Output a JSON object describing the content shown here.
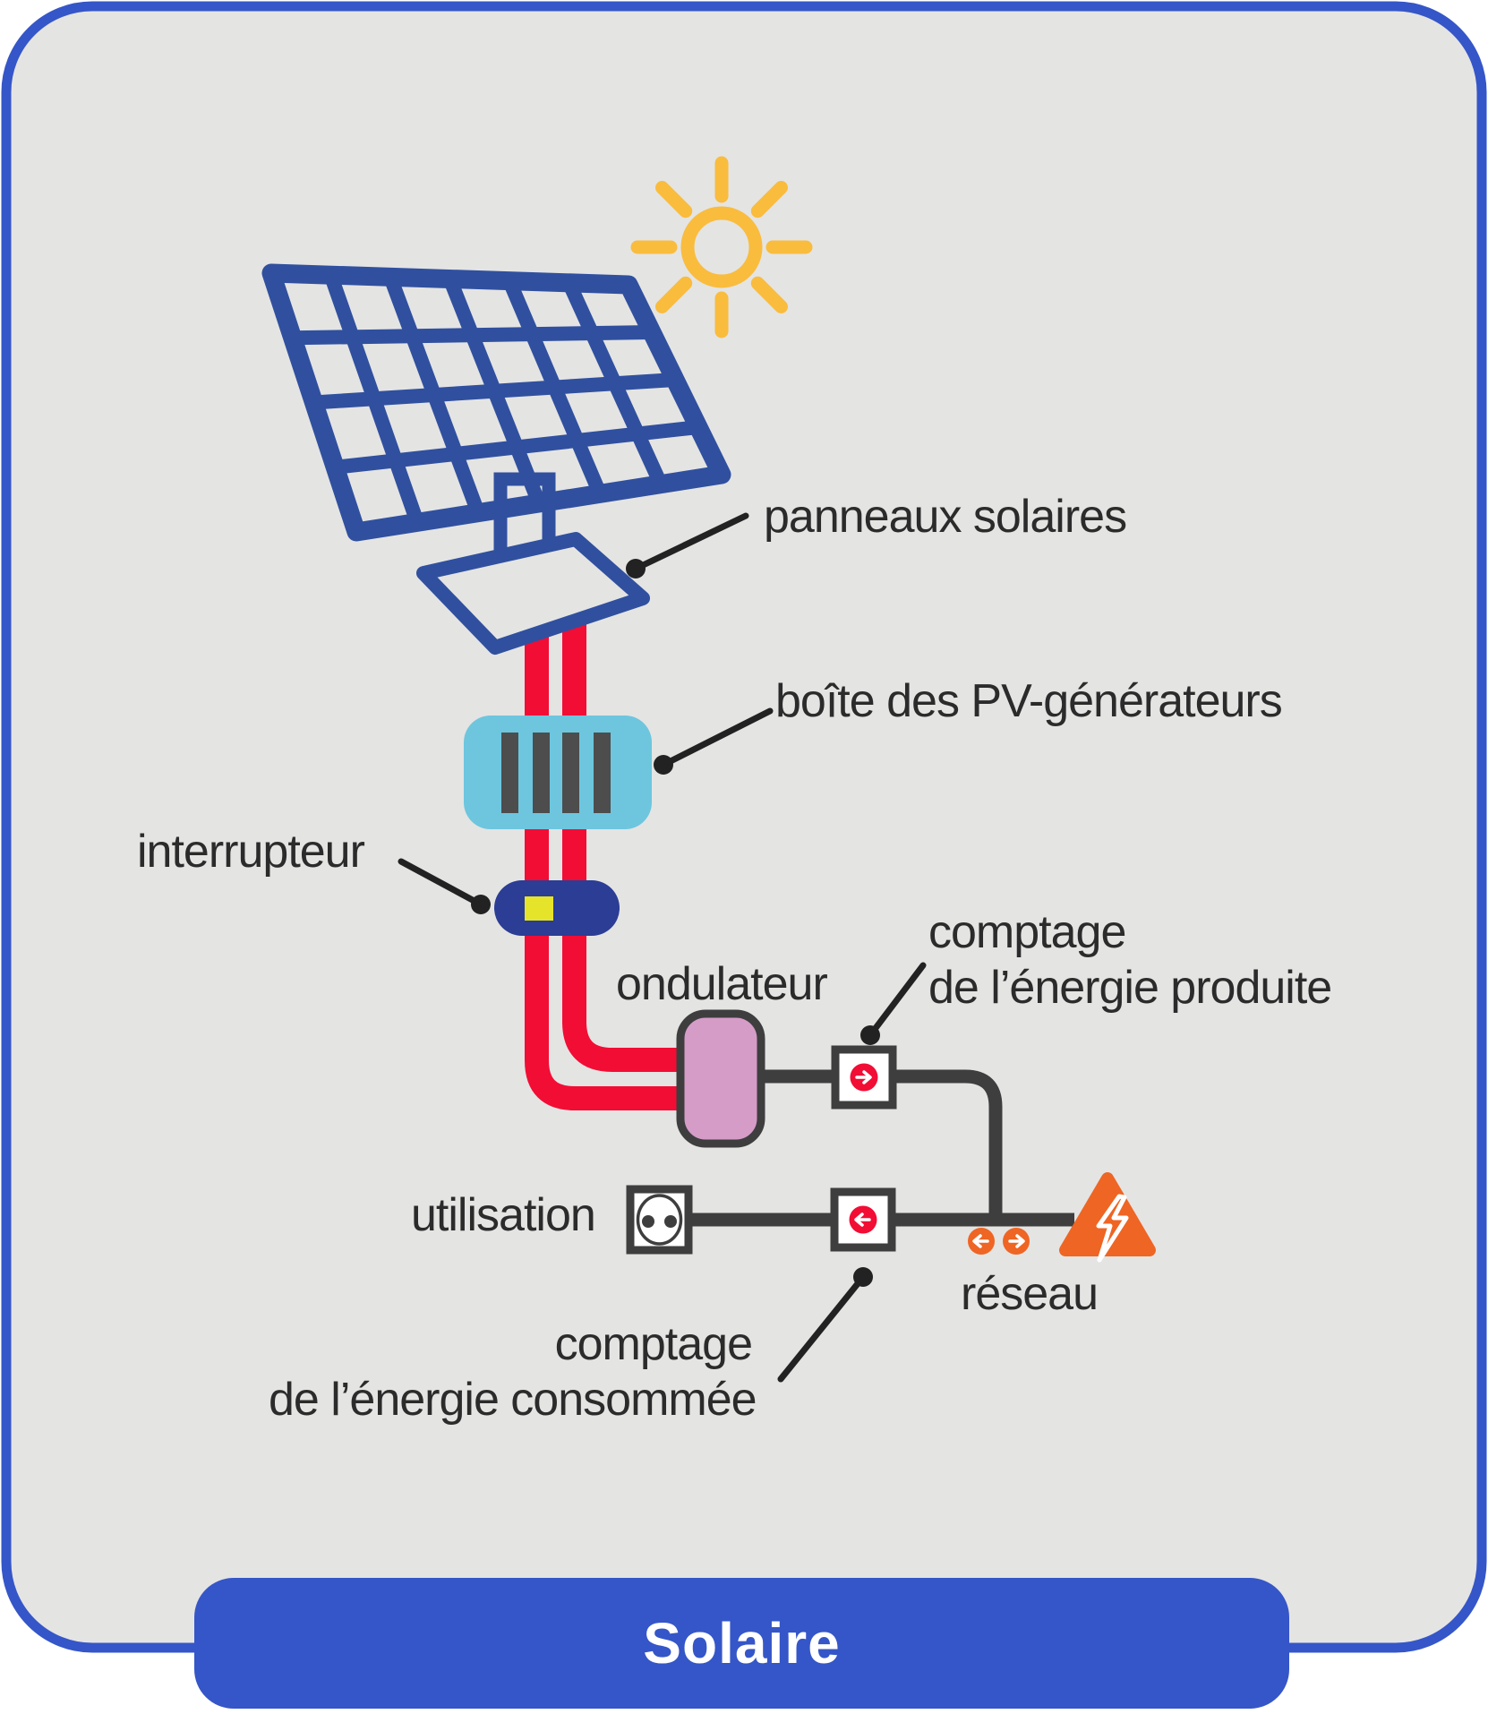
{
  "title": "Solaire",
  "labels": {
    "panels": "panneaux solaires",
    "pv_box": "boîte des PV-générateurs",
    "switch": "interrupteur",
    "inverter": "ondulateur",
    "metering_produced_line1": "comptage",
    "metering_produced_line2": "de l’énergie produite",
    "usage": "utilisation",
    "metering_consumed_line1": "comptage",
    "metering_consumed_line2": "de l’énergie consommée",
    "grid": "réseau"
  },
  "icons": [
    "sun-icon",
    "solar-panel-icon",
    "panel-stand-icon",
    "pv-generator-box-icon",
    "switch-icon",
    "inverter-icon",
    "power-outlet-icon",
    "meter-arrow-right-icon",
    "meter-arrow-left-icon",
    "bidirectional-arrows-icon",
    "grid-lightning-icon"
  ],
  "colors": {
    "card_background": "#E4E4E3",
    "card_border": "#3556C8",
    "title_bar": "#3556C8",
    "title_text": "#FFFFFF",
    "panel_blue": "#30509F",
    "sun_yellow": "#F9BC3D",
    "cable_red": "#F20D35",
    "pv_box_cyan": "#6DC6DE",
    "pv_box_bars": "#4D4D4D",
    "switch_blue": "#2B3D94",
    "switch_yellow": "#E6E32B",
    "inverter_pink": "#D59CC8",
    "wire_dark": "#3E3E3E",
    "meter_red": "#F20D35",
    "grid_orange": "#EF6523",
    "label_text": "#2B2B2B",
    "pointer_line": "#222222"
  }
}
